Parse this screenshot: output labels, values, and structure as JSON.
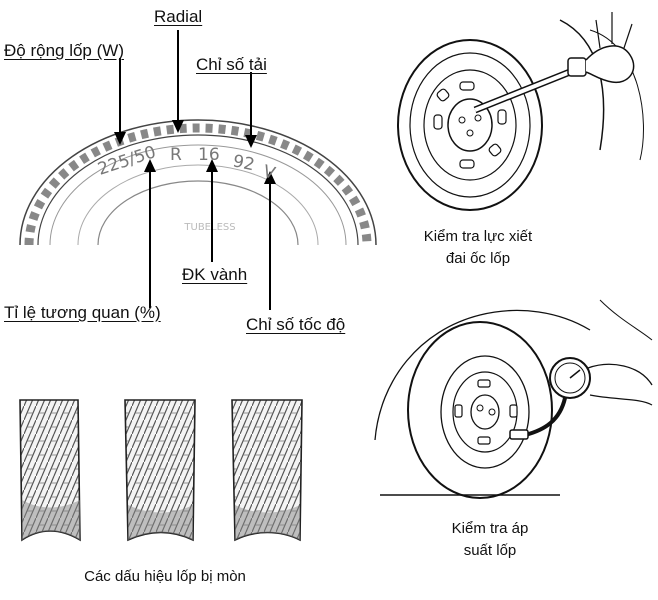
{
  "tire_sidewall": {
    "radial_label": "Radial",
    "width_label": "Độ rộng lốp (W)",
    "load_index_label": "Chỉ số tải",
    "rim_diameter_label": "ĐK vành",
    "aspect_ratio_label": "Tỉ lệ tương quan (%)",
    "speed_index_label": "Chỉ số tốc độ",
    "code_size": "225/50",
    "code_construction": "R",
    "code_rim": "16",
    "code_load": "92",
    "code_speed": "V"
  },
  "lug_nut_check": {
    "caption_line1": "Kiểm tra lực xiết",
    "caption_line2": "đai ốc lốp"
  },
  "pressure_check": {
    "caption_line1": "Kiểm tra áp",
    "caption_line2": "suất lốp"
  },
  "tread_wear": {
    "caption": "Các dấu hiệu lốp bị mòn"
  }
}
